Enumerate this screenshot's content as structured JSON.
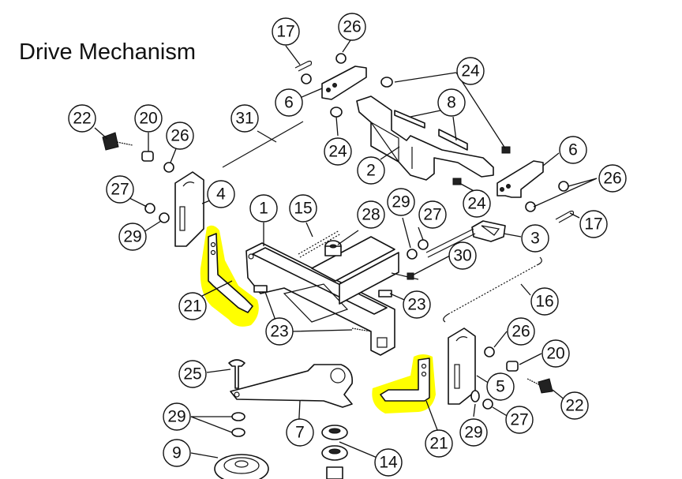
{
  "title": "Drive Mechanism",
  "highlight_color": "#ffff00",
  "callouts": [
    {
      "label": "17"
    },
    {
      "label": "26"
    },
    {
      "label": "6"
    },
    {
      "label": "24"
    },
    {
      "label": "8"
    },
    {
      "label": "22"
    },
    {
      "label": "20"
    },
    {
      "label": "26"
    },
    {
      "label": "31"
    },
    {
      "label": "24"
    },
    {
      "label": "2"
    },
    {
      "label": "6"
    },
    {
      "label": "27"
    },
    {
      "label": "4"
    },
    {
      "label": "26"
    },
    {
      "label": "24"
    },
    {
      "label": "29"
    },
    {
      "label": "1"
    },
    {
      "label": "15"
    },
    {
      "label": "28"
    },
    {
      "label": "29"
    },
    {
      "label": "27"
    },
    {
      "label": "17"
    },
    {
      "label": "3"
    },
    {
      "label": "30"
    },
    {
      "label": "21"
    },
    {
      "label": "16"
    },
    {
      "label": "23"
    },
    {
      "label": "23"
    },
    {
      "label": "26"
    },
    {
      "label": "20"
    },
    {
      "label": "25"
    },
    {
      "label": "5"
    },
    {
      "label": "22"
    },
    {
      "label": "29"
    },
    {
      "label": "27"
    },
    {
      "label": "7"
    },
    {
      "label": "21"
    },
    {
      "label": "29"
    },
    {
      "label": "9"
    },
    {
      "label": "14"
    }
  ]
}
